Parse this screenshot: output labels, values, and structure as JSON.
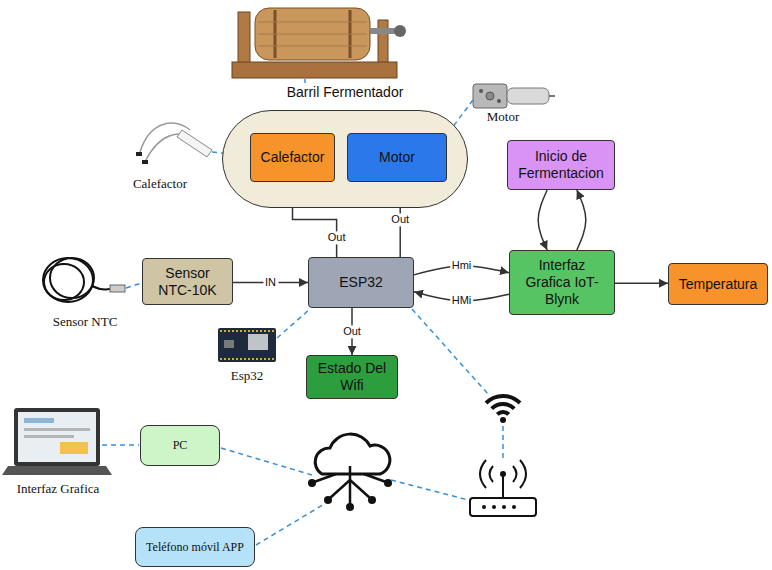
{
  "diagram": {
    "nodes": [
      {
        "text": [
          "Barril Fermentador"
        ]
      },
      {
        "text": [
          "Calefactor"
        ],
        "in": 0
      },
      {
        "text": [
          "Motor"
        ],
        "in": 0
      },
      {
        "text": [
          "Sensor NTC-10K"
        ]
      },
      {
        "text": [
          "ESP32"
        ]
      },
      {
        "text": [
          "Interfaz Grafica IoT-Blynk"
        ]
      },
      {
        "text": [
          "Inicio de Fermentacion"
        ]
      },
      {
        "text": [
          "Temperatura"
        ]
      },
      {
        "text": [
          "Estado Del Wifi"
        ]
      },
      {
        "text": [
          "PC"
        ]
      },
      {
        "text": [
          "Teléfono móvil APP"
        ]
      }
    ],
    "edges": [
      {
        "from": 4,
        "to": 1,
        "arrow": "to",
        "label": "Out"
      },
      {
        "from": 4,
        "to": 2,
        "arrow": "to",
        "label": "Out"
      },
      {
        "from": 3,
        "to": 4,
        "arrow": "to",
        "label": "IN"
      },
      {
        "from": 4,
        "to": 5,
        "arrow": "to",
        "label": "Hmi"
      },
      {
        "from": 5,
        "to": 4,
        "arrow": "to",
        "label": "HMi"
      },
      {
        "from": 5,
        "to": 6,
        "arrow": "to"
      },
      {
        "from": 6,
        "to": 5,
        "arrow": "to"
      },
      {
        "from": 5,
        "to": 7,
        "arrow": "to"
      },
      {
        "from": 4,
        "to": 8,
        "arrow": "to",
        "label": "Out"
      }
    ],
    "labels": [
      "Motor",
      "Calefactor",
      "Sensor NTC",
      "Esp32",
      "Interfaz Grafica"
    ]
  }
}
